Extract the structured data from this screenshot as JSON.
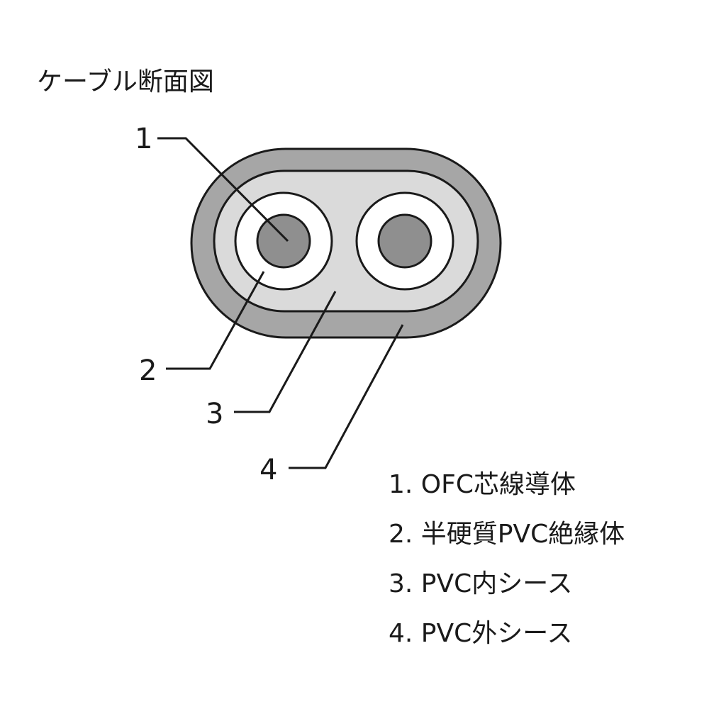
{
  "title": "ケーブル断面図",
  "callouts": [
    "1",
    "2",
    "3",
    "4"
  ],
  "legend": [
    "1. OFC芯線導体",
    "2. 半硬質PVC絶縁体",
    "3. PVC内シース",
    "4. PVC外シース"
  ],
  "colors": {
    "outer_sheath": "#a6a6a6",
    "inner_sheath": "#dadada",
    "insulator": "#ffffff",
    "conductor": "#8f8f8f",
    "outline": "#1a1a1a"
  }
}
